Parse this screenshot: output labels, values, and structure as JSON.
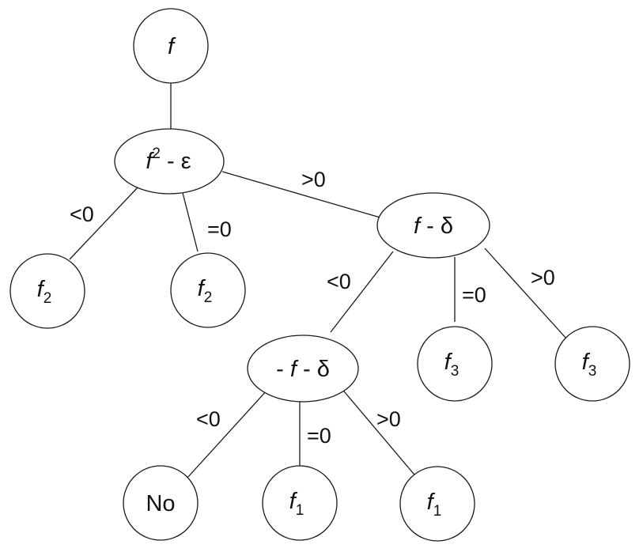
{
  "nodes": [
    {
      "id": "root",
      "var": "f",
      "sub": "",
      "tail": ""
    },
    {
      "id": "n1",
      "var": "f",
      "sup": "2",
      "tail": " - ε"
    },
    {
      "id": "n1a",
      "var": "f",
      "sub": "2",
      "tail": ""
    },
    {
      "id": "n1b",
      "var": "f",
      "sub": "2",
      "tail": ""
    },
    {
      "id": "n2",
      "var": "f",
      "sub": "",
      "tail": " - δ"
    },
    {
      "id": "n3",
      "pre": "- ",
      "var": "f",
      "sub": "",
      "tail": " - δ"
    },
    {
      "id": "n2b",
      "var": "f",
      "sub": "3",
      "tail": ""
    },
    {
      "id": "n2c",
      "var": "f",
      "sub": "3",
      "tail": ""
    },
    {
      "id": "n3a",
      "text": "No"
    },
    {
      "id": "n3b",
      "var": "f",
      "sub": "1",
      "tail": ""
    },
    {
      "id": "n3c",
      "var": "f",
      "sub": "1",
      "tail": ""
    }
  ],
  "edge_labels": {
    "n1_n1a": "<0",
    "n1_n1b": "=0",
    "n1_n2": ">0",
    "n2_n3": "<0",
    "n2_n2b": "=0",
    "n2_n2c": ">0",
    "n3_n3a": "<0",
    "n3_n3b": "=0",
    "n3_n3c": ">0"
  }
}
